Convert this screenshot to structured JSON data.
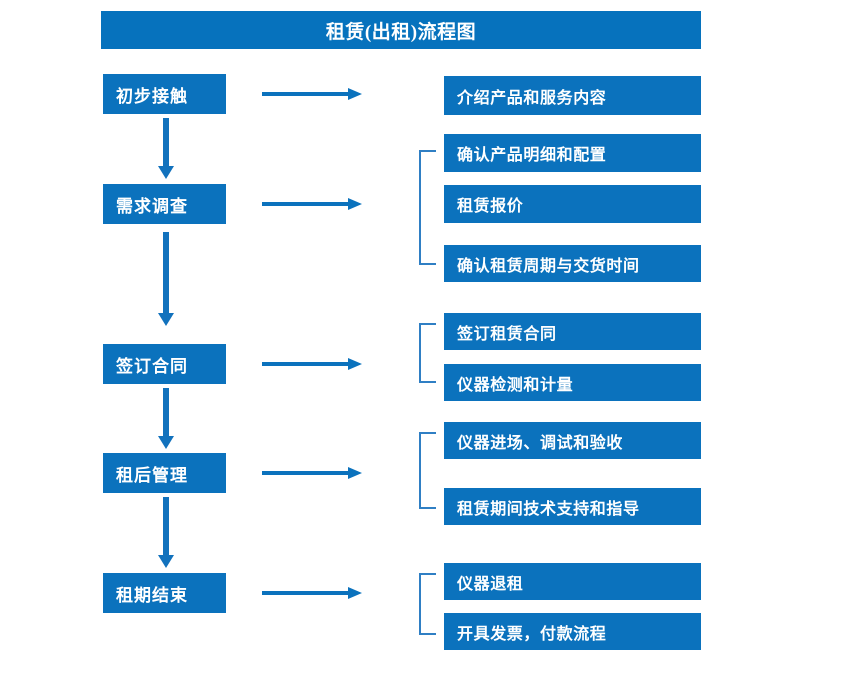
{
  "diagram": {
    "title": "租赁(出租)流程图",
    "colors": {
      "title_bar": "#0672bd",
      "box": "#0b72bd",
      "arrow": "#0b72bd",
      "bracket": "#2f7fc4",
      "text": "#ffffff",
      "background": "#ffffff"
    },
    "stages": [
      {
        "label": "初步接触",
        "details": [
          "介绍产品和服务内容"
        ],
        "bracket": false
      },
      {
        "label": "需求调查",
        "details": [
          "确认产品明细和配置",
          "租赁报价",
          "确认租赁周期与交货时间"
        ],
        "bracket": true
      },
      {
        "label": "签订合同",
        "details": [
          "签订租赁合同",
          "仪器检测和计量"
        ],
        "bracket": true
      },
      {
        "label": "租后管理",
        "details": [
          "仪器进场、调试和验收",
          "租赁期间技术支持和指导"
        ],
        "bracket": true
      },
      {
        "label": "租期结束",
        "details": [
          "仪器退租",
          "开具发票，付款流程"
        ],
        "bracket": true
      }
    ]
  }
}
